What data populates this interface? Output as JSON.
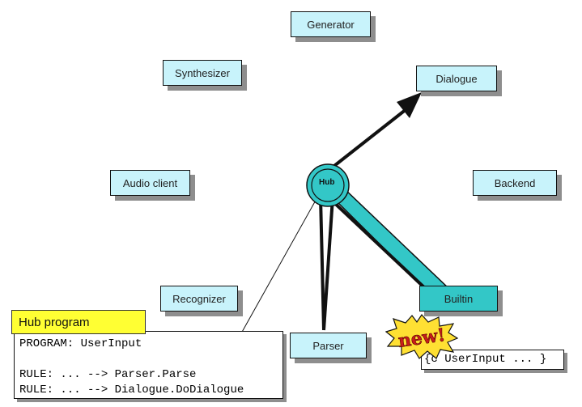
{
  "nodes": {
    "generator": "Generator",
    "synthesizer": "Synthesizer",
    "dialogue": "Dialogue",
    "audio_client": "Audio client",
    "backend": "Backend",
    "recognizer": "Recognizer",
    "builtin": "Builtin",
    "parser": "Parser",
    "hub": "Hub"
  },
  "program": {
    "title": "Hub program",
    "lines": [
      "PROGRAM: UserInput",
      "",
      "RULE: ... --> Parser.Parse",
      "RULE: ... --> Dialogue.DoDialogue"
    ]
  },
  "code_snippet": "{c UserInput ... }",
  "badge": {
    "text": "new!"
  },
  "colors": {
    "node_fill": "#c8f3fb",
    "hub_fill": "#33c7c7",
    "builtin_fill": "#33c7c7",
    "program_tab": "#ffff33",
    "badge_fill": "#ffe033",
    "badge_text": "#c81c1c",
    "shadow": "#8e8e8e"
  }
}
